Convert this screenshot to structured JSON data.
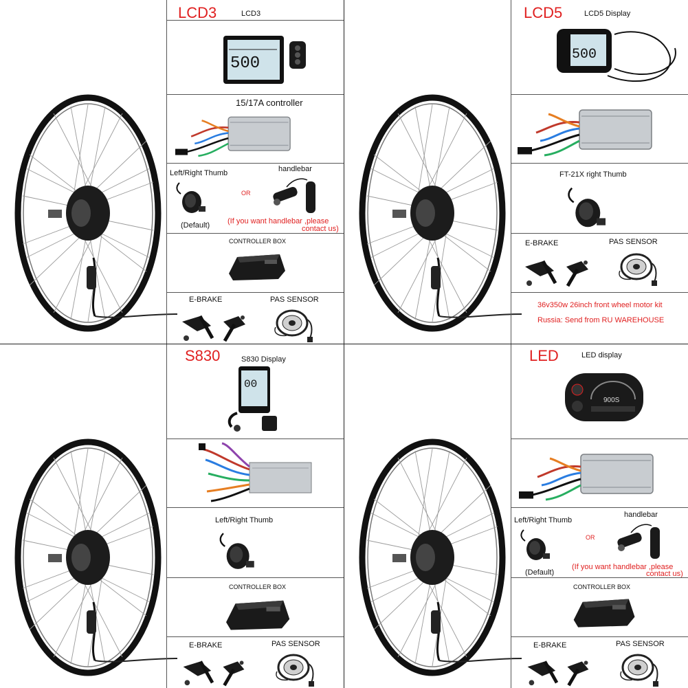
{
  "colors": {
    "accent_red": "#e02020",
    "border": "#555555",
    "box_black": "#1a1a1a",
    "controller_silver": "#c8ccd0"
  },
  "quadrants": {
    "tl": {
      "title": "LCD3",
      "subtitle": "LCD3",
      "controller_label": "15/17A controller",
      "thumb_label": "Left/Right Thumb",
      "default_label": "(Default)",
      "or_label": "OR",
      "handlebar_label": "handlebar",
      "handlebar_note_1": "(If you want handlebar ,please",
      "handlebar_note_2": "contact us)",
      "box_label": "CONTROLLER BOX",
      "ebrake_label": "E-BRAKE",
      "pas_label": "PAS SENSOR",
      "display_digits": "500"
    },
    "tr": {
      "title": "LCD5",
      "subtitle": "LCD5 Display",
      "thumb_label": "FT-21X right  Thumb",
      "ebrake_label": "E-BRAKE",
      "pas_label": "PAS SENSOR",
      "kit_note_1": "36v350w 26inch front wheel motor kit",
      "kit_note_2": "Russia: Send from RU WAREHOUSE",
      "display_digits": "500"
    },
    "bl": {
      "title": "S830",
      "subtitle": "S830 Display",
      "thumb_label": "Left/Right Thumb",
      "box_label": "CONTROLLER BOX",
      "ebrake_label": "E-BRAKE",
      "pas_label": "PAS SENSOR",
      "display_digits": "00"
    },
    "br": {
      "title": "LED",
      "subtitle": "LED display",
      "thumb_label": "Left/Right Thumb",
      "default_label": "(Default)",
      "or_label": "OR",
      "handlebar_label": "handlebar",
      "handlebar_note_1": "(If you want handlebar ,please",
      "handlebar_note_2": "contact us)",
      "box_label": "CONTROLLER BOX",
      "ebrake_label": "E-BRAKE",
      "pas_label": "PAS SENSOR",
      "display_digits": "900S"
    }
  }
}
